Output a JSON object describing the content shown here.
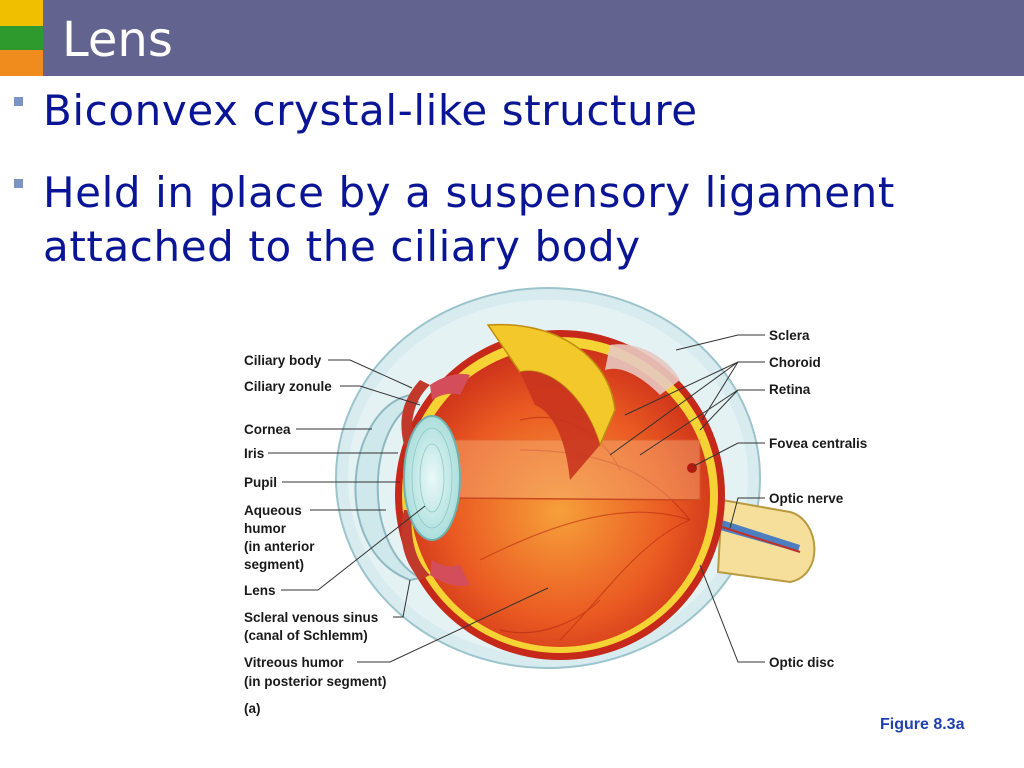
{
  "slide": {
    "title": "Lens",
    "bullets": [
      {
        "text": "Biconvex crystal-like structure"
      },
      {
        "text": "Held in place by a suspensory ligament attached to the ciliary body"
      }
    ]
  },
  "figure": {
    "labels_left": [
      "Ciliary body",
      "Ciliary zonule",
      "Cornea",
      "Iris",
      "Pupil",
      "Aqueous",
      "humor",
      "(in anterior",
      "segment)",
      "Lens",
      "Scleral venous sinus",
      "(canal of Schlemm)",
      "Vitreous humor",
      "(in posterior segment)"
    ],
    "labels_right": [
      "Sclera",
      "Choroid",
      "Retina",
      "Fovea centralis",
      "Optic nerve",
      "Optic disc"
    ],
    "panel": "(a)",
    "caption": "Figure 8.3a"
  },
  "colors": {
    "title_bar": "#63638f",
    "bullet_text": "#0a1596",
    "bullet_marker": "#7a95c4",
    "accent_yellow": "#f0c000",
    "accent_green": "#2e9a2e",
    "accent_orange": "#f08c1e",
    "caption": "#2040b0"
  }
}
